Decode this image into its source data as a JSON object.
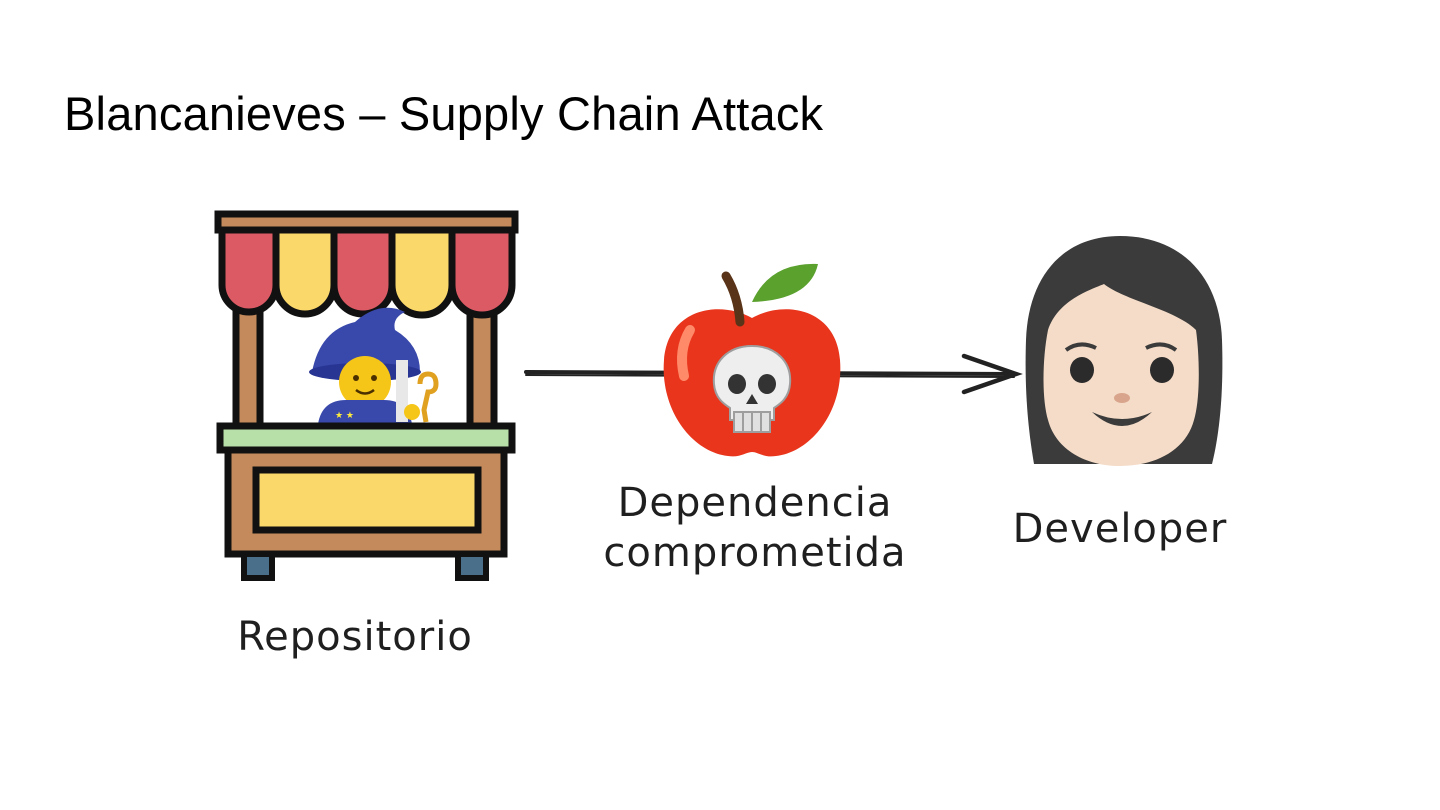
{
  "slide": {
    "title": "Blancanieves – Supply Chain Attack"
  },
  "nodes": {
    "repository": {
      "label": "Repositorio",
      "icon": "market-stall-with-witch-icon"
    },
    "dependency": {
      "label": "Dependencia comprometida",
      "icon": "poisoned-apple-skull-icon"
    },
    "developer": {
      "label": "Developer",
      "icon": "woman-face-icon"
    }
  },
  "colors": {
    "awning_red": "#dc5a64",
    "awning_yellow": "#fbd86a",
    "wood": "#c48a5c",
    "counter_green": "#b7dfa8",
    "apple_red": "#e8351c",
    "leaf_green": "#5aa12e",
    "hair": "#3b3b3b",
    "skin": "#f4dcc8"
  }
}
